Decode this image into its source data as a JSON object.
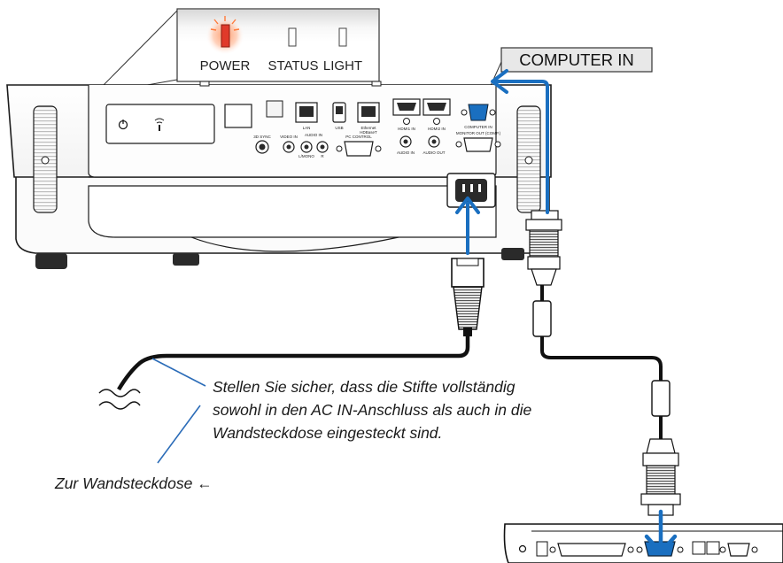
{
  "indicators": {
    "power": "POWER",
    "status": "STATUS",
    "light": "LIGHT"
  },
  "port_callout": "COMPUTER IN",
  "panel_labels": {
    "lan": "LAN",
    "usb": "USB",
    "ethernet_hdbaset_1": "Ethernet",
    "ethernet_hdbaset_2": "HDBaseT",
    "hdmi1": "HDMI1 IN",
    "hdmi2": "HDMI2 IN",
    "computer_in": "COMPUTER IN",
    "sync_3d": "3D SYNC",
    "video_in": "VIDEO IN",
    "audio_in": "AUDIO IN",
    "audio_in_l": "L/MONO",
    "audio_in_r": "R",
    "pc_control": "PC CONTROL",
    "monitor_out": "MONITOR OUT (COMP.)",
    "audio_in_2": "AUDIO IN",
    "audio_out": "AUDIO OUT"
  },
  "instruction_lines": [
    "Stellen Sie sicher, dass die Stifte vollständig",
    "sowohl in den AC IN-Anschluss als auch in die",
    "Wandsteckdose eingesteckt sind."
  ],
  "wall_outlet_label": "Zur Wandsteckdose ←",
  "colors": {
    "arrow_blue": "#1a6fc0",
    "callout_line_blue": "#2b6cb8",
    "power_led_red": "#e03a2a",
    "body_outline": "#1c1c1c",
    "callout_box_fill": "#e8e8e8"
  },
  "icons": [
    "wifi-icon",
    "power-socket-icon",
    "vga-port-icon",
    "hdmi-port-icon",
    "lan-port-icon",
    "usb-port-icon"
  ]
}
